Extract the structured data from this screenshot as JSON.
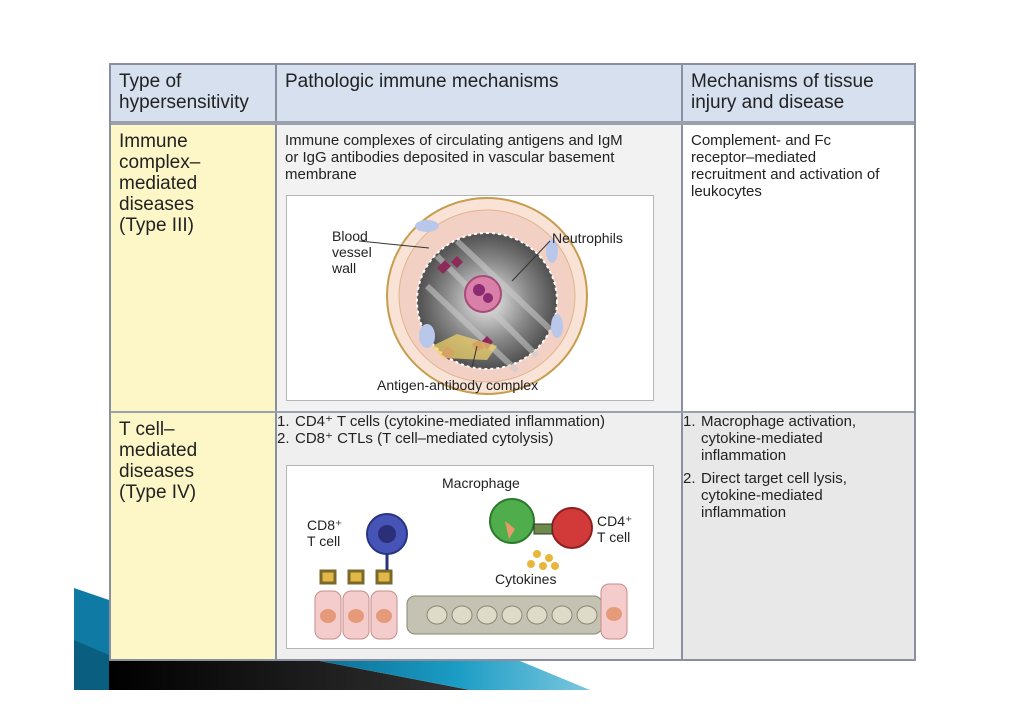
{
  "table": {
    "headers": [
      "Type of hypersensitivity",
      "Pathologic immune mechanisms",
      "Mechanisms of tissue injury and disease"
    ],
    "rows": [
      {
        "type": "Immune complex–mediated diseases (Type III)",
        "mechanism": "Immune complexes of circulating antigens and IgM or IgG antibodies deposited in vascular basement membrane",
        "injury_items": [
          "Complement- and Fc receptor–mediated recruitment and activation of leukocytes"
        ]
      },
      {
        "type": "T cell–mediated diseases (Type IV)",
        "mechanism_items": [
          {
            "num": "1.",
            "text": "CD4⁺ T cells (cytokine-mediated inflammation)"
          },
          {
            "num": "2.",
            "text": "CD8⁺ CTLs (T cell–mediated cytolysis)"
          }
        ],
        "injury_items": [
          {
            "num": "1.",
            "text": "Macrophage activation, cytokine-mediated inflammation"
          },
          {
            "num": "2.",
            "text": "Direct target cell lysis, cytokine-mediated inflammation"
          }
        ]
      }
    ]
  },
  "figure1": {
    "labels": {
      "vessel": "Blood vessel wall",
      "neutrophils": "Neutrophils",
      "complex": "Antigen-antibody complex"
    }
  },
  "figure2": {
    "labels": {
      "macrophage": "Macrophage",
      "cd8": "CD8⁺ T cell",
      "cd4": "CD4⁺ T cell",
      "cytokines": "Cytokines"
    }
  },
  "colors": {
    "header_bg": "#d6e0ef",
    "type_col_bg": "#fdf6c7",
    "border": "#8a8fa0",
    "slide_accent": "#1a8ab3"
  }
}
